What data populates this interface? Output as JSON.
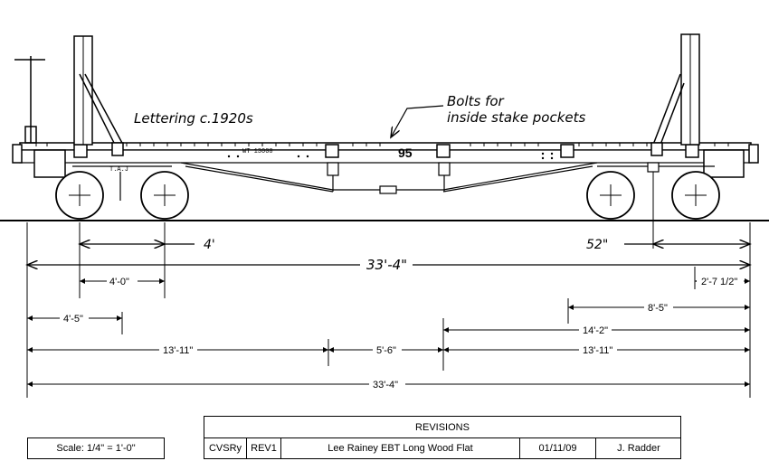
{
  "drawing": {
    "note_lettering": "Lettering c.1920s",
    "note_bolts_line1": "Bolts for",
    "note_bolts_line2": "inside stake pockets",
    "car_number": "95",
    "weight_stencil": "WT 13000",
    "truck_stencil": "T.A.J"
  },
  "dimensions": {
    "top_wheelbase": "4'",
    "top_right_wheelbase": "52\"",
    "top_overall": "33'-4\"",
    "wheelbase_left": "4'-0\"",
    "overhang_right": "2'-7 1/2\"",
    "left_offset": "4'-5\"",
    "right_offset": "8'-5\"",
    "right_span": "14'-2\"",
    "left_section": "13'-11\"",
    "center_section": "5'-6\"",
    "right_section": "13'-11\"",
    "bottom_overall": "33'-4\""
  },
  "title_block": {
    "scale": "Scale:  1/4\" = 1'-0\"",
    "revisions_header": "REVISIONS",
    "railway": "CVSRy",
    "revision": "REV1",
    "description": "Lee Rainey  EBT Long Wood Flat",
    "date": "01/11/09",
    "drawn_by": "J. Radder"
  }
}
